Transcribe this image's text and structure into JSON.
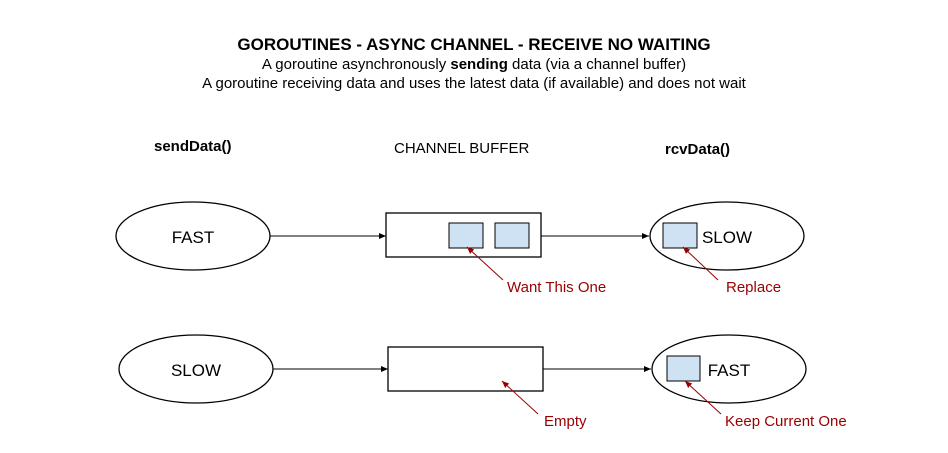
{
  "title": "GOROUTINES - ASYNC CHANNEL - RECEIVE NO WAITING",
  "subtitle1": {
    "pre": "A goroutine asynchronously ",
    "emph": "sending",
    "post": " data (via a channel buffer)"
  },
  "subtitle2": "A goroutine receiving data and uses the latest data (if available) and does not wait",
  "columns": {
    "send": "sendData()",
    "channel": "CHANNEL BUFFER",
    "recv": "rcvData()"
  },
  "row1": {
    "sender": "FAST",
    "receiver": "SLOW",
    "buffer_note": "Want This One",
    "receiver_note": "Replace"
  },
  "row2": {
    "sender": "SLOW",
    "receiver": "FAST",
    "buffer_note": "Empty",
    "receiver_note": "Keep Current One"
  },
  "colors": {
    "packet_fill": "#cfe2f3",
    "annotation": "#990000",
    "stroke": "#000000"
  }
}
